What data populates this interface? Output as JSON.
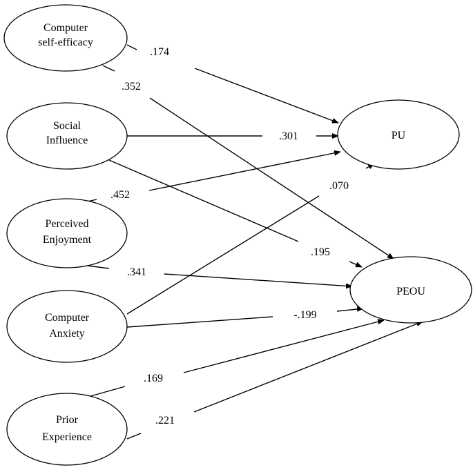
{
  "diagram": {
    "nodes": [
      {
        "id": "cse",
        "lines": [
          "Computer",
          "self-efficacy"
        ]
      },
      {
        "id": "si",
        "lines": [
          "Social",
          "Influence"
        ]
      },
      {
        "id": "pe",
        "lines": [
          "Perceived",
          "Enjoyment"
        ]
      },
      {
        "id": "ca",
        "lines": [
          "Computer",
          "Anxiety"
        ]
      },
      {
        "id": "prex",
        "lines": [
          "Prior",
          "Experience"
        ]
      },
      {
        "id": "pu",
        "lines": [
          "PU"
        ]
      },
      {
        "id": "peou",
        "lines": [
          "PEOU"
        ]
      }
    ],
    "paths": [
      {
        "from": "cse",
        "to": "pu",
        "coefficient": ".174"
      },
      {
        "from": "cse",
        "to": "peou",
        "coefficient": ".352"
      },
      {
        "from": "si",
        "to": "pu",
        "coefficient": ".301"
      },
      {
        "from": "si",
        "to": "peou",
        "coefficient": ".195"
      },
      {
        "from": "pe",
        "to": "pu",
        "coefficient": ".452"
      },
      {
        "from": "pe",
        "to": "peou",
        "coefficient": ".341"
      },
      {
        "from": "ca",
        "to": "pu",
        "coefficient": ".070"
      },
      {
        "from": "ca",
        "to": "peou",
        "coefficient": "-.199"
      },
      {
        "from": "prex",
        "to": "peou",
        "coefficient": ".169"
      },
      {
        "from": "prex",
        "to": "peou",
        "coefficient": ".221"
      }
    ]
  }
}
